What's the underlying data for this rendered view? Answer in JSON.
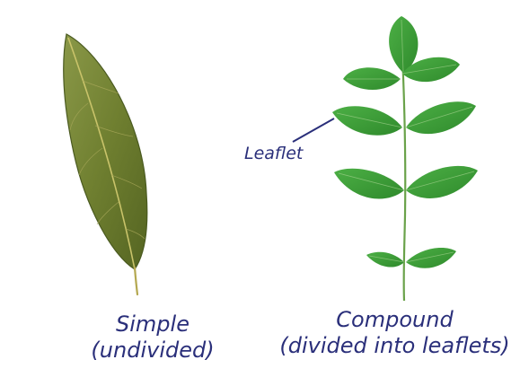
{
  "labels": {
    "leaflet": "Leaflet",
    "simple_line1": "Simple",
    "simple_line2": "(undivided)",
    "compound_line1": "Compound",
    "compound_line2": "(divided into leaflets)"
  },
  "colors": {
    "text": "#2a2f7a",
    "simple_leaf": "#7e8d3a",
    "simple_leaf_dark": "#4f5d24",
    "compound_leaf": "#3f9a3a",
    "compound_leaf_dark": "#2c7a2a",
    "stem": "#6aa24a"
  }
}
